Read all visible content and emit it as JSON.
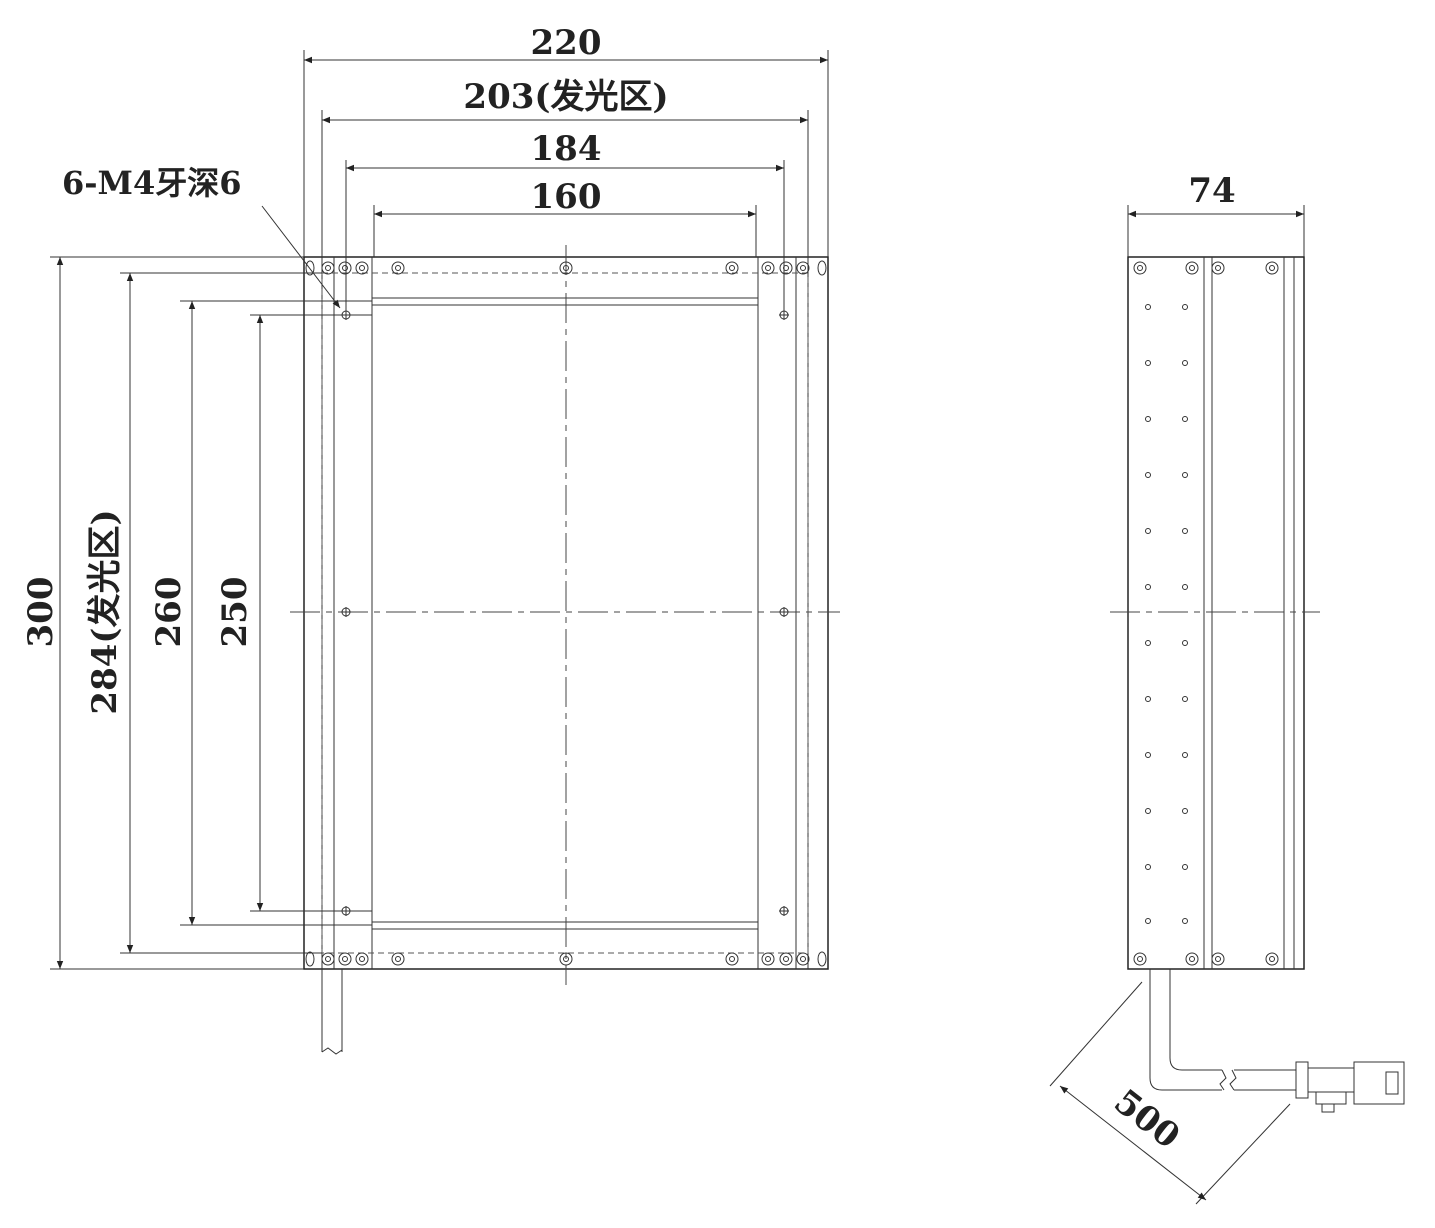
{
  "front_view": {
    "width_overall": "220",
    "width_emitting": "203(发光区)",
    "width_184": "184",
    "width_160": "160",
    "thread_note": "6-M4牙深6",
    "height_overall": "300",
    "height_emitting": "284(发光区)",
    "height_260": "260",
    "height_250": "250"
  },
  "side_view": {
    "depth": "74",
    "cable_length": "500"
  }
}
